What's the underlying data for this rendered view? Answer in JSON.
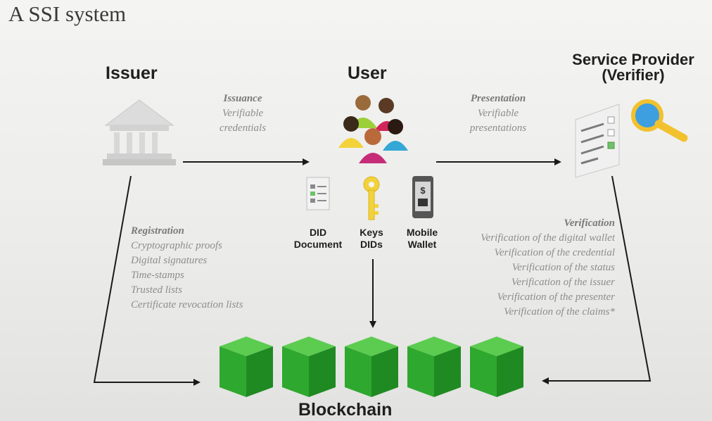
{
  "title": "A SSI system",
  "issuer": {
    "heading": "Issuer"
  },
  "user": {
    "heading": "User"
  },
  "verifier": {
    "heading_line1": "Service Provider",
    "heading_line2": "(Verifier)"
  },
  "issuance": {
    "title": "Issuance",
    "line1": "Verifiable",
    "line2": "credentials"
  },
  "presentation": {
    "title": "Presentation",
    "line1": "Verifiable",
    "line2": "presentations"
  },
  "user_items": [
    {
      "line1": "DID",
      "line2": "Document"
    },
    {
      "line1": "Keys",
      "line2": "DIDs"
    },
    {
      "line1": "Mobile",
      "line2": "Wallet"
    }
  ],
  "registration": {
    "title": "Registration",
    "items": [
      "Cryptographic proofs",
      "Digital signatures",
      "Time-stamps",
      "Trusted lists",
      "Certificate revocation lists"
    ]
  },
  "verification": {
    "title": "Verification",
    "items": [
      "Verification of the digital wallet",
      "Verification of the credential",
      "Verification of the status",
      "Verification of the issuer",
      "Verification of the presenter",
      "Verification of the claims*"
    ]
  },
  "blockchain": {
    "label": "Blockchain",
    "block_count": 5
  },
  "colors": {
    "block_front": "#2ea82e",
    "block_top": "#5ccc50",
    "block_side": "#1f8a22",
    "magnifier": "#f2c12e"
  }
}
